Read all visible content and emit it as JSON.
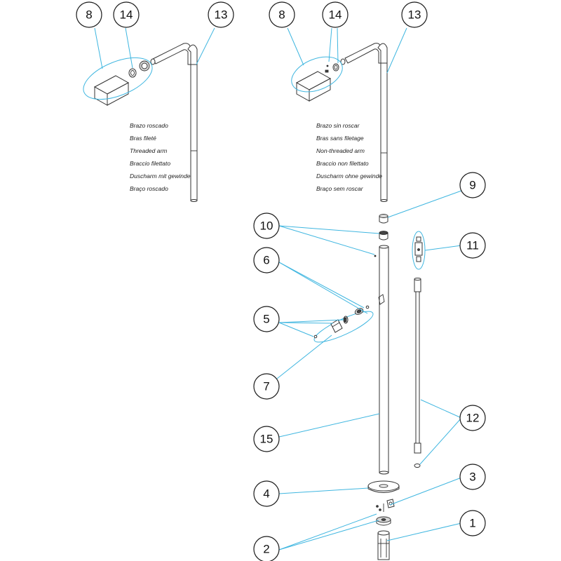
{
  "callouts": [
    {
      "id": "8a",
      "label": "8"
    },
    {
      "id": "14a",
      "label": "14"
    },
    {
      "id": "13a",
      "label": "13"
    },
    {
      "id": "8b",
      "label": "8"
    },
    {
      "id": "14b",
      "label": "14"
    },
    {
      "id": "13b",
      "label": "13"
    },
    {
      "id": "9",
      "label": "9"
    },
    {
      "id": "10",
      "label": "10"
    },
    {
      "id": "11",
      "label": "11"
    },
    {
      "id": "6",
      "label": "6"
    },
    {
      "id": "5",
      "label": "5"
    },
    {
      "id": "7",
      "label": "7"
    },
    {
      "id": "12",
      "label": "12"
    },
    {
      "id": "15",
      "label": "15"
    },
    {
      "id": "3",
      "label": "3"
    },
    {
      "id": "4",
      "label": "4"
    },
    {
      "id": "1",
      "label": "1"
    },
    {
      "id": "2",
      "label": "2"
    }
  ],
  "threaded_arm_labels": [
    "Brazo roscado",
    "Bras fileté",
    "Threaded arm",
    "Braccio filettato",
    "Duscharm mit gewinde",
    "Braço roscado"
  ],
  "non_threaded_arm_labels": [
    "Brazo sin roscar",
    "Bras sans filetage",
    "Non-threaded arm",
    "Braccio non filettato",
    "Duscharm ohne gewinde",
    "Braço sem roscar"
  ],
  "colors": {
    "leader": "#3fb6e0",
    "outline": "#333333",
    "background": "#ffffff"
  }
}
